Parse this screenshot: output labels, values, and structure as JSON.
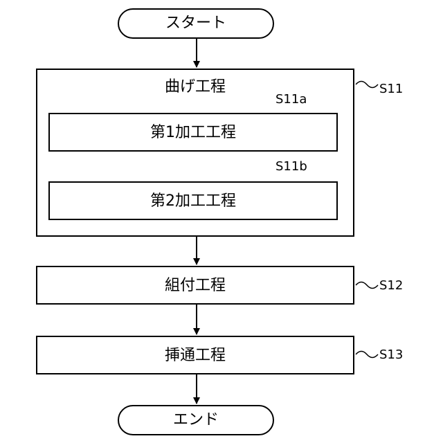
{
  "start": "スタート",
  "end": "エンド",
  "bending": {
    "title": "曲げ工程",
    "step_id": "S11"
  },
  "process1": {
    "title": "第1加工工程",
    "step_id": "S11a"
  },
  "process2": {
    "title": "第2加工工程",
    "step_id": "S11b"
  },
  "assembly": {
    "title": "組付工程",
    "step_id": "S12"
  },
  "insertion": {
    "title": "挿通工程",
    "step_id": "S13"
  }
}
